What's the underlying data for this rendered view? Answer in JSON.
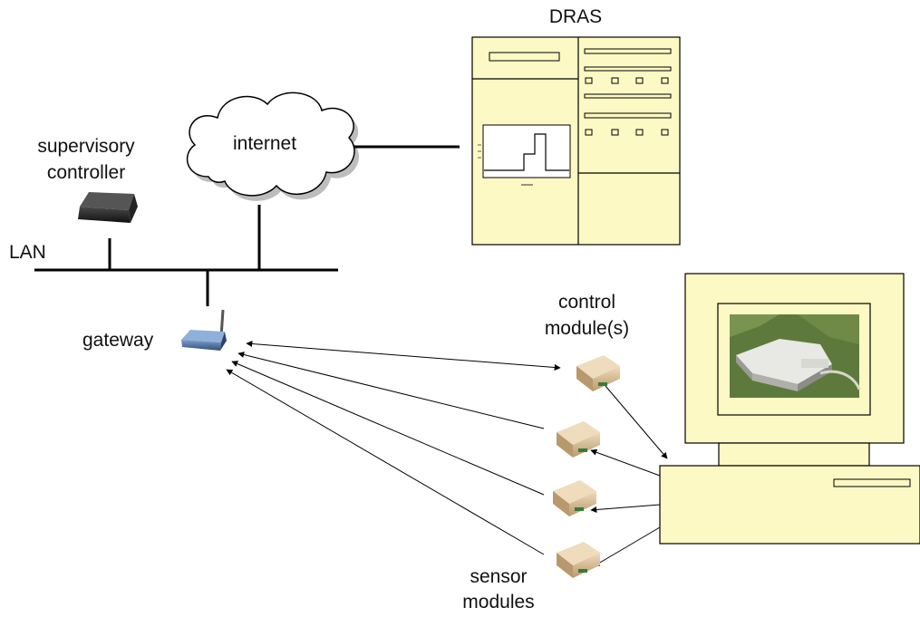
{
  "labels": {
    "dras": "DRAS",
    "internet": "internet",
    "supervisory_line1": "supervisory",
    "supervisory_line2": "controller",
    "lan": "LAN",
    "gateway": "gateway",
    "control_line1": "control",
    "control_line2": "module(s)",
    "sensor_line1": "sensor",
    "sensor_line2": "modules"
  },
  "colors": {
    "panel_fill": "#fdf9c4",
    "line": "#000000",
    "module_body": "#d9bd93",
    "gateway_body": "#4a6fa0",
    "controller_body": "#2b2b2b"
  },
  "icons": [
    "cloud-icon",
    "dras-server-icon",
    "supervisory-controller-icon",
    "gateway-router-icon",
    "module-icon",
    "computer-icon"
  ]
}
